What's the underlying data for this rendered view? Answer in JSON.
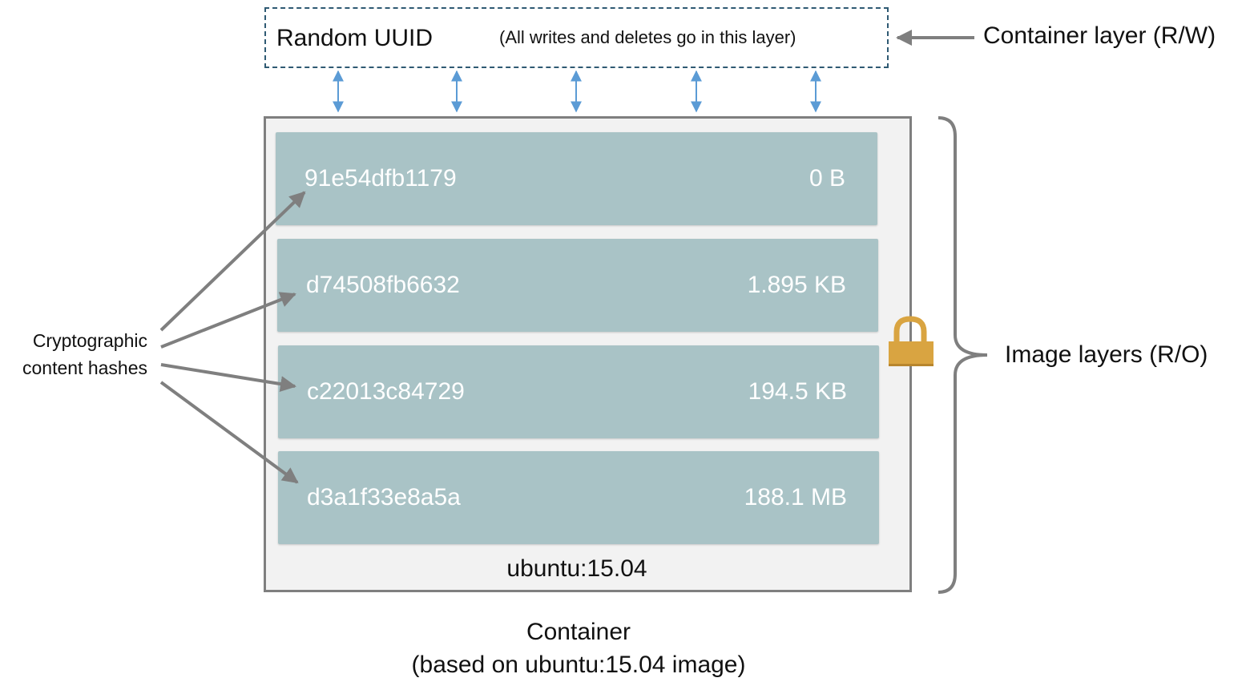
{
  "container_layer": {
    "title": "Random UUID",
    "note": "(All writes and deletes go in this layer)",
    "label": "Container layer (R/W)"
  },
  "image": {
    "name": "ubuntu:15.04",
    "label": "Image layers (R/O)",
    "lock_icon": "padlock-icon",
    "layers": [
      {
        "hash": "91e54dfb1179",
        "size": "0 B"
      },
      {
        "hash": "d74508fb6632",
        "size": "1.895 KB"
      },
      {
        "hash": "c22013c84729",
        "size": "194.5 KB"
      },
      {
        "hash": "d3a1f33e8a5a",
        "size": "188.1 MB"
      }
    ]
  },
  "hashes_label": {
    "line1": "Cryptographic",
    "line2": "content hashes"
  },
  "caption": {
    "line1": "Container",
    "line2": "(based on ubuntu:15.04 image)"
  },
  "colors": {
    "layer_fill": "#a9c3c6",
    "frame_fill": "#f2f2f2",
    "frame_border": "#7f7f7f",
    "dashed_border": "#2f5a73",
    "rw_arrow": "#5b9bd5",
    "pointer_arrow": "#7f7f7f",
    "lock": "#d9a441"
  }
}
